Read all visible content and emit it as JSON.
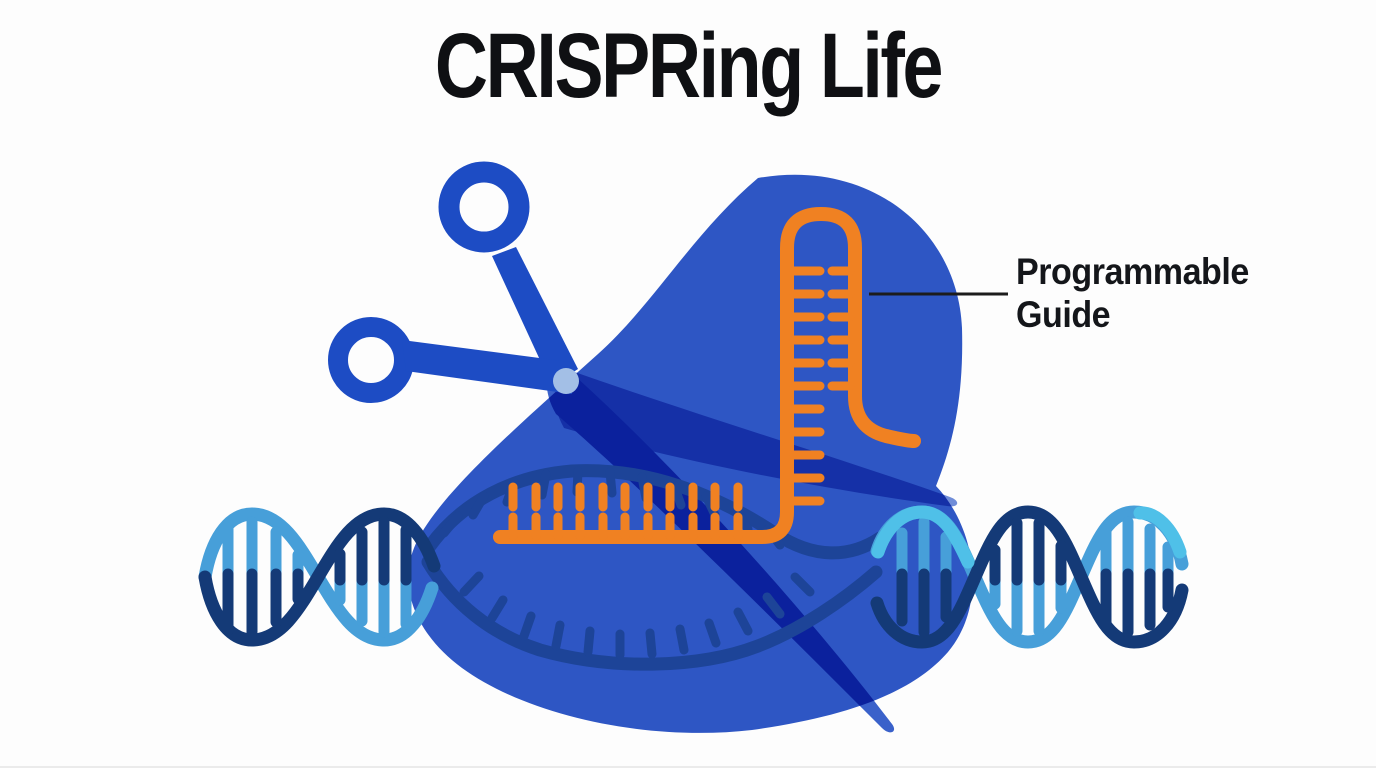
{
  "page": {
    "title": "CRISPRing Life"
  },
  "annotation": {
    "line1": "Programmable",
    "line2": "Guide"
  },
  "colors": {
    "background": "#fdfdfd",
    "title_text": "#0f1013",
    "label_text": "#14161a",
    "pointer_line": "#1c1c1c",
    "cas9_blob": "#2e56c4",
    "scissors_body": "#1d4cc4",
    "scissors_blade": "#3a62cc",
    "scissors_pivot": "#a3bfe6",
    "guide_rna": "#f08122",
    "target_dna": "#1d4498",
    "dna_light": "#479fd9",
    "dna_cyan": "#4fc0e8",
    "dna_dark": "#143a77"
  }
}
